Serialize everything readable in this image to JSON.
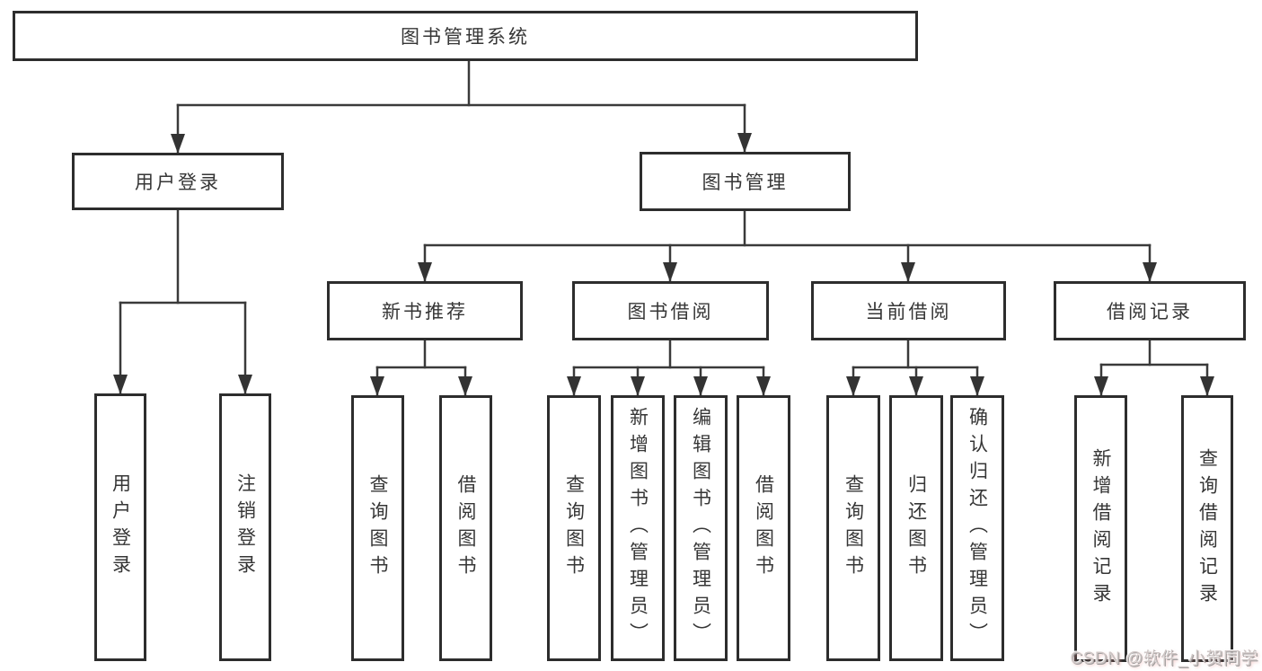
{
  "title": "图书管理系统",
  "watermark": "CSDN @软件_小贺同学",
  "colors": {
    "line": "#3a3a3a",
    "box_border": "#2d2d2d",
    "text": "#363636",
    "background": "#ffffff",
    "watermark": "#cfc6c5"
  },
  "nodes": {
    "root": "图书管理系统",
    "user_login": "用户登录",
    "book_mgmt": "图书管理",
    "new_book_rec": "新书推荐",
    "book_borrow": "图书借阅",
    "current_borrow": "当前借阅",
    "borrow_records": "借阅记录",
    "user_login_leaf": "用户登录",
    "logout_leaf": "注销登录",
    "rec_query_books": "查询图书",
    "rec_borrow_books": "借阅图书",
    "bb_query_books": "查询图书",
    "bb_add_books": "新增图书（管理员）",
    "bb_edit_books": "编辑图书（管理员）",
    "bb_borrow_books": "借阅图书",
    "cb_query_books": "查询图书",
    "cb_return_books": "归还图书",
    "cb_confirm_return": "确认归还（管理员）",
    "br_add_record": "新增借阅记录",
    "br_query_record": "查询借阅记录"
  },
  "edges": [
    {
      "from": "图书管理系统",
      "to": [
        "用户登录",
        "图书管理"
      ]
    },
    {
      "from": "用户登录",
      "to": [
        "用户登录",
        "注销登录"
      ]
    },
    {
      "from": "图书管理",
      "to": [
        "新书推荐",
        "图书借阅",
        "当前借阅",
        "借阅记录"
      ]
    },
    {
      "from": "新书推荐",
      "to": [
        "查询图书",
        "借阅图书"
      ]
    },
    {
      "from": "图书借阅",
      "to": [
        "查询图书",
        "新增图书（管理员）",
        "编辑图书（管理员）",
        "借阅图书"
      ]
    },
    {
      "from": "当前借阅",
      "to": [
        "查询图书",
        "归还图书",
        "确认归还（管理员）"
      ]
    },
    {
      "from": "借阅记录",
      "to": [
        "新增借阅记录",
        "查询借阅记录"
      ]
    }
  ]
}
